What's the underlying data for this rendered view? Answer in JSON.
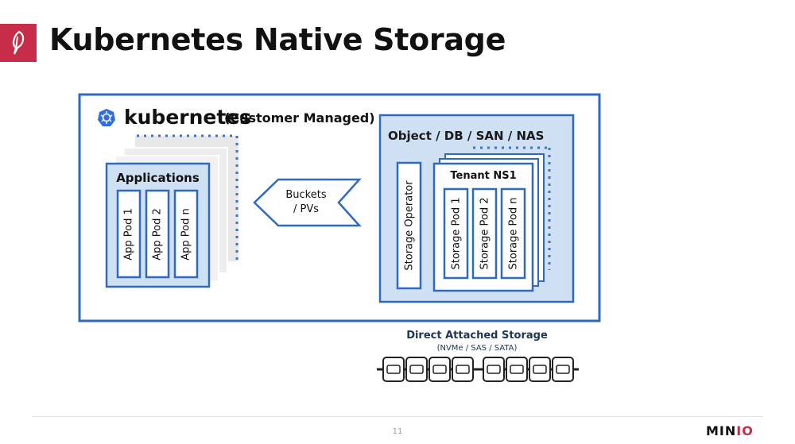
{
  "slide": {
    "title": "Kubernetes Native Storage",
    "page_number": "11",
    "brand_word": "MIN",
    "brand_io": "IO",
    "brand_color": "#c72c48"
  },
  "diagram": {
    "k8s_word": "kubernetes",
    "k8s_note": "(Customer Managed)",
    "applications": {
      "header": "Applications",
      "pods": [
        "App Pod 1",
        "App Pod 2",
        "App Pod n"
      ]
    },
    "arrow": {
      "line1": "Buckets",
      "line2": "/ PVs"
    },
    "storage": {
      "header": "Object / DB / SAN / NAS",
      "operator": "Storage Operator",
      "tenant": "Tenant NS1",
      "pods": [
        "Storage Pod 1",
        "Storage Pod 2",
        "Storage Pod n"
      ]
    },
    "das": {
      "title": "Direct Attached Storage",
      "subtitle": "(NVMe / SAS / SATA)"
    },
    "colors": {
      "blue": "#2f6ac0",
      "light_blue": "#cfe0f3",
      "grey": "#e7e7e7",
      "dots": "#3a73c6"
    },
    "icons": [
      "feather-icon",
      "kubernetes-helm-icon",
      "drive-icon"
    ]
  }
}
